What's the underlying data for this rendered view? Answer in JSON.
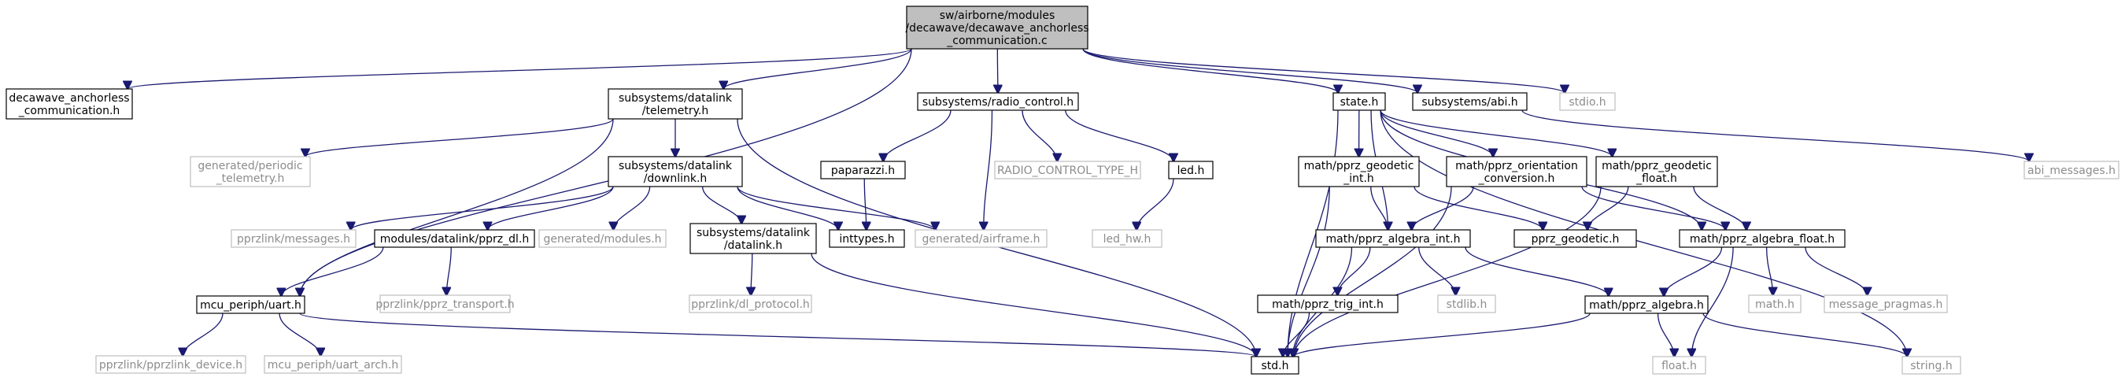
{
  "diagram": {
    "type": "include-dependency-graph",
    "nodes": [
      {
        "id": "root",
        "lines": [
          "sw/airborne/modules",
          "/decawave/decawave_anchorless",
          "_communication.c"
        ],
        "style": "root"
      },
      {
        "id": "dac_h",
        "lines": [
          "decawave_anchorless",
          "_communication.h"
        ],
        "style": "normal"
      },
      {
        "id": "telemetry",
        "lines": [
          "subsystems/datalink",
          "/telemetry.h"
        ],
        "style": "normal"
      },
      {
        "id": "radio",
        "lines": [
          "subsystems/radio_control.h"
        ],
        "style": "normal"
      },
      {
        "id": "state",
        "lines": [
          "state.h"
        ],
        "style": "normal"
      },
      {
        "id": "abi",
        "lines": [
          "subsystems/abi.h"
        ],
        "style": "normal"
      },
      {
        "id": "stdio",
        "lines": [
          "stdio.h"
        ],
        "style": "ghost"
      },
      {
        "id": "periodic",
        "lines": [
          "generated/periodic",
          "_telemetry.h"
        ],
        "style": "ghost"
      },
      {
        "id": "downlink",
        "lines": [
          "subsystems/datalink",
          "/downlink.h"
        ],
        "style": "normal"
      },
      {
        "id": "paparazzi",
        "lines": [
          "paparazzi.h"
        ],
        "style": "normal"
      },
      {
        "id": "rc_type",
        "lines": [
          "RADIO_CONTROL_TYPE_H"
        ],
        "style": "ghost"
      },
      {
        "id": "led",
        "lines": [
          "led.h"
        ],
        "style": "normal"
      },
      {
        "id": "led_hw",
        "lines": [
          "led_hw.h"
        ],
        "style": "ghost"
      },
      {
        "id": "abi_msgs",
        "lines": [
          "abi_messages.h"
        ],
        "style": "ghost"
      },
      {
        "id": "geo_int",
        "lines": [
          "math/pprz_geodetic",
          "_int.h"
        ],
        "style": "normal"
      },
      {
        "id": "orient",
        "lines": [
          "math/pprz_orientation",
          "_conversion.h"
        ],
        "style": "normal"
      },
      {
        "id": "geo_float",
        "lines": [
          "math/pprz_geodetic",
          "_float.h"
        ],
        "style": "normal"
      },
      {
        "id": "pprzlink_msgs",
        "lines": [
          "pprzlink/messages.h"
        ],
        "style": "ghost"
      },
      {
        "id": "pprz_dl",
        "lines": [
          "modules/datalink/pprz_dl.h"
        ],
        "style": "normal"
      },
      {
        "id": "gen_modules",
        "lines": [
          "generated/modules.h"
        ],
        "style": "ghost"
      },
      {
        "id": "datalink",
        "lines": [
          "subsystems/datalink",
          "/datalink.h"
        ],
        "style": "normal"
      },
      {
        "id": "inttypes",
        "lines": [
          "inttypes.h"
        ],
        "style": "normal"
      },
      {
        "id": "airframe",
        "lines": [
          "generated/airframe.h"
        ],
        "style": "ghost"
      },
      {
        "id": "alg_int",
        "lines": [
          "math/pprz_algebra_int.h"
        ],
        "style": "normal"
      },
      {
        "id": "geodetic",
        "lines": [
          "pprz_geodetic.h"
        ],
        "style": "normal"
      },
      {
        "id": "alg_float",
        "lines": [
          "math/pprz_algebra_float.h"
        ],
        "style": "normal"
      },
      {
        "id": "uart",
        "lines": [
          "mcu_periph/uart.h"
        ],
        "style": "normal"
      },
      {
        "id": "transport",
        "lines": [
          "pprzlink/pprz_transport.h"
        ],
        "style": "ghost"
      },
      {
        "id": "dl_proto",
        "lines": [
          "pprzlink/dl_protocol.h"
        ],
        "style": "ghost"
      },
      {
        "id": "trig",
        "lines": [
          "math/pprz_trig_int.h"
        ],
        "style": "normal"
      },
      {
        "id": "stdlib",
        "lines": [
          "stdlib.h"
        ],
        "style": "ghost"
      },
      {
        "id": "alg",
        "lines": [
          "math/pprz_algebra.h"
        ],
        "style": "normal"
      },
      {
        "id": "math",
        "lines": [
          "math.h"
        ],
        "style": "ghost"
      },
      {
        "id": "pragmas",
        "lines": [
          "message_pragmas.h"
        ],
        "style": "ghost"
      },
      {
        "id": "device",
        "lines": [
          "pprzlink/pprzlink_device.h"
        ],
        "style": "ghost"
      },
      {
        "id": "uart_arch",
        "lines": [
          "mcu_periph/uart_arch.h"
        ],
        "style": "ghost"
      },
      {
        "id": "stdbool",
        "lines": [
          "std.h"
        ],
        "style": "normal"
      },
      {
        "id": "float",
        "lines": [
          "float.h"
        ],
        "style": "ghost"
      },
      {
        "id": "string",
        "lines": [
          "string.h"
        ],
        "style": "ghost"
      }
    ],
    "edges": [
      [
        "root",
        "dac_h"
      ],
      [
        "root",
        "uart"
      ],
      [
        "root",
        "telemetry"
      ],
      [
        "root",
        "radio"
      ],
      [
        "root",
        "state"
      ],
      [
        "root",
        "abi"
      ],
      [
        "root",
        "stdio"
      ],
      [
        "telemetry",
        "periodic"
      ],
      [
        "telemetry",
        "downlink"
      ],
      [
        "telemetry",
        "uart"
      ],
      [
        "telemetry",
        "stdbool"
      ],
      [
        "downlink",
        "pprzlink_msgs"
      ],
      [
        "downlink",
        "pprz_dl"
      ],
      [
        "downlink",
        "gen_modules"
      ],
      [
        "downlink",
        "datalink"
      ],
      [
        "downlink",
        "inttypes"
      ],
      [
        "downlink",
        "airframe"
      ],
      [
        "pprz_dl",
        "uart"
      ],
      [
        "pprz_dl",
        "transport"
      ],
      [
        "datalink",
        "dl_proto"
      ],
      [
        "datalink",
        "stdbool"
      ],
      [
        "uart",
        "device"
      ],
      [
        "uart",
        "uart_arch"
      ],
      [
        "uart",
        "stdbool"
      ],
      [
        "radio",
        "paparazzi"
      ],
      [
        "radio",
        "rc_type"
      ],
      [
        "radio",
        "led"
      ],
      [
        "radio",
        "airframe"
      ],
      [
        "paparazzi",
        "inttypes"
      ],
      [
        "led",
        "led_hw"
      ],
      [
        "abi",
        "abi_msgs"
      ],
      [
        "state",
        "geo_int"
      ],
      [
        "state",
        "orient"
      ],
      [
        "state",
        "geo_float"
      ],
      [
        "state",
        "alg_int"
      ],
      [
        "state",
        "alg_float"
      ],
      [
        "state",
        "stdbool"
      ],
      [
        "state",
        "string"
      ],
      [
        "geo_int",
        "alg_int"
      ],
      [
        "geo_int",
        "geodetic"
      ],
      [
        "geo_int",
        "stdbool"
      ],
      [
        "orient",
        "alg_int"
      ],
      [
        "orient",
        "alg_float"
      ],
      [
        "orient",
        "stdbool"
      ],
      [
        "geo_float",
        "geodetic"
      ],
      [
        "geo_float",
        "alg_float"
      ],
      [
        "geo_float",
        "stdbool"
      ],
      [
        "alg_int",
        "trig"
      ],
      [
        "alg_int",
        "stdlib"
      ],
      [
        "alg_int",
        "alg"
      ],
      [
        "alg_int",
        "stdbool"
      ],
      [
        "trig",
        "stdbool"
      ],
      [
        "alg_float",
        "alg"
      ],
      [
        "alg_float",
        "math"
      ],
      [
        "alg_float",
        "pragmas"
      ],
      [
        "alg_float",
        "float"
      ],
      [
        "alg",
        "stdbool"
      ],
      [
        "alg",
        "float"
      ],
      [
        "alg",
        "string"
      ]
    ]
  }
}
